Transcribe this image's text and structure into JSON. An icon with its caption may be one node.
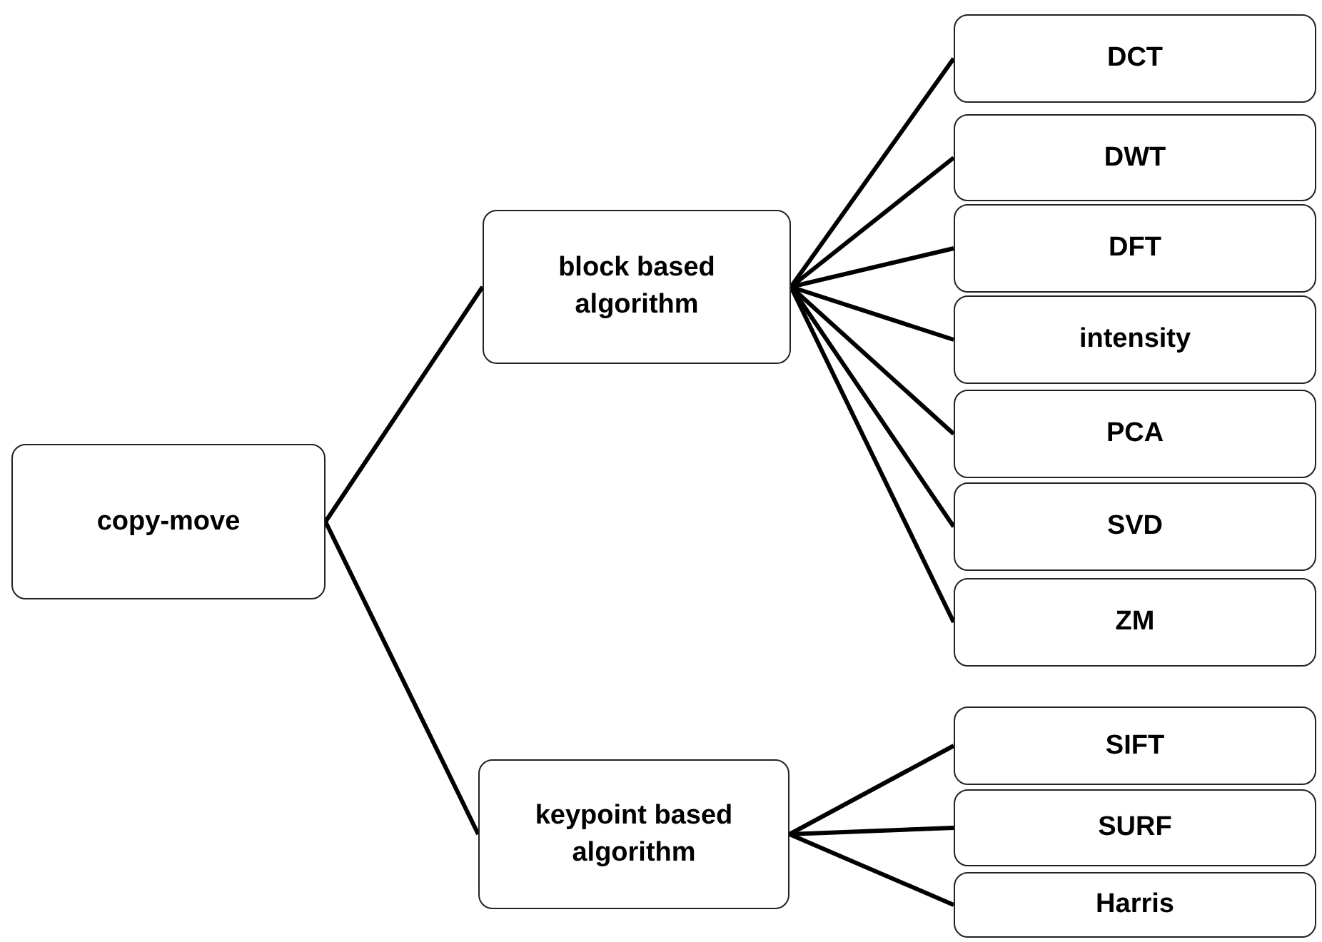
{
  "diagram": {
    "nodes": [
      {
        "text": [
          "copy-move"
        ]
      },
      {
        "text": [
          "block based algorithm"
        ]
      },
      {
        "text": [
          "DCT"
        ]
      },
      {
        "text": [
          "DWT"
        ]
      },
      {
        "text": [
          "DFT"
        ]
      },
      {
        "text": [
          "intensity"
        ]
      },
      {
        "text": [
          "PCA"
        ]
      },
      {
        "text": [
          "SVD"
        ]
      },
      {
        "text": [
          "ZM"
        ]
      },
      {
        "text": [
          "keypoint based algorithm"
        ]
      },
      {
        "text": [
          "SIFT"
        ]
      },
      {
        "text": [
          "SURF"
        ]
      },
      {
        "text": [
          "Harris"
        ]
      }
    ],
    "edges": [
      {
        "from": 0,
        "to": 1,
        "arrow": "none"
      },
      {
        "from": 0,
        "to": 9,
        "arrow": "none"
      },
      {
        "from": 1,
        "to": 2,
        "arrow": "none"
      },
      {
        "from": 1,
        "to": 3,
        "arrow": "none"
      },
      {
        "from": 1,
        "to": 4,
        "arrow": "none"
      },
      {
        "from": 1,
        "to": 5,
        "arrow": "none"
      },
      {
        "from": 1,
        "to": 6,
        "arrow": "none"
      },
      {
        "from": 1,
        "to": 7,
        "arrow": "none"
      },
      {
        "from": 1,
        "to": 8,
        "arrow": "none"
      },
      {
        "from": 9,
        "to": 10,
        "arrow": "none"
      },
      {
        "from": 9,
        "to": 11,
        "arrow": "none"
      },
      {
        "from": 9,
        "to": 12,
        "arrow": "none"
      }
    ]
  }
}
